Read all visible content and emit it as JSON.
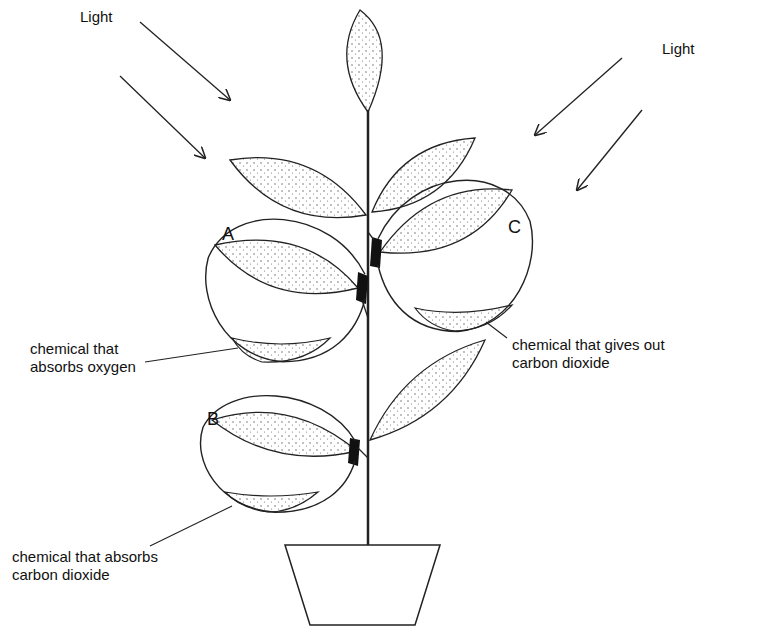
{
  "diagram": {
    "nodes": [
      {
        "text": [
          "A"
        ]
      },
      {
        "text": [
          "C"
        ]
      },
      {
        "text": [
          "B"
        ]
      }
    ],
    "labels": [
      "Light",
      "Light",
      "chemical that absorbs oxygen",
      "chemical that gives out carbon dioxide",
      "chemical that absorbs carbon dioxide"
    ]
  }
}
